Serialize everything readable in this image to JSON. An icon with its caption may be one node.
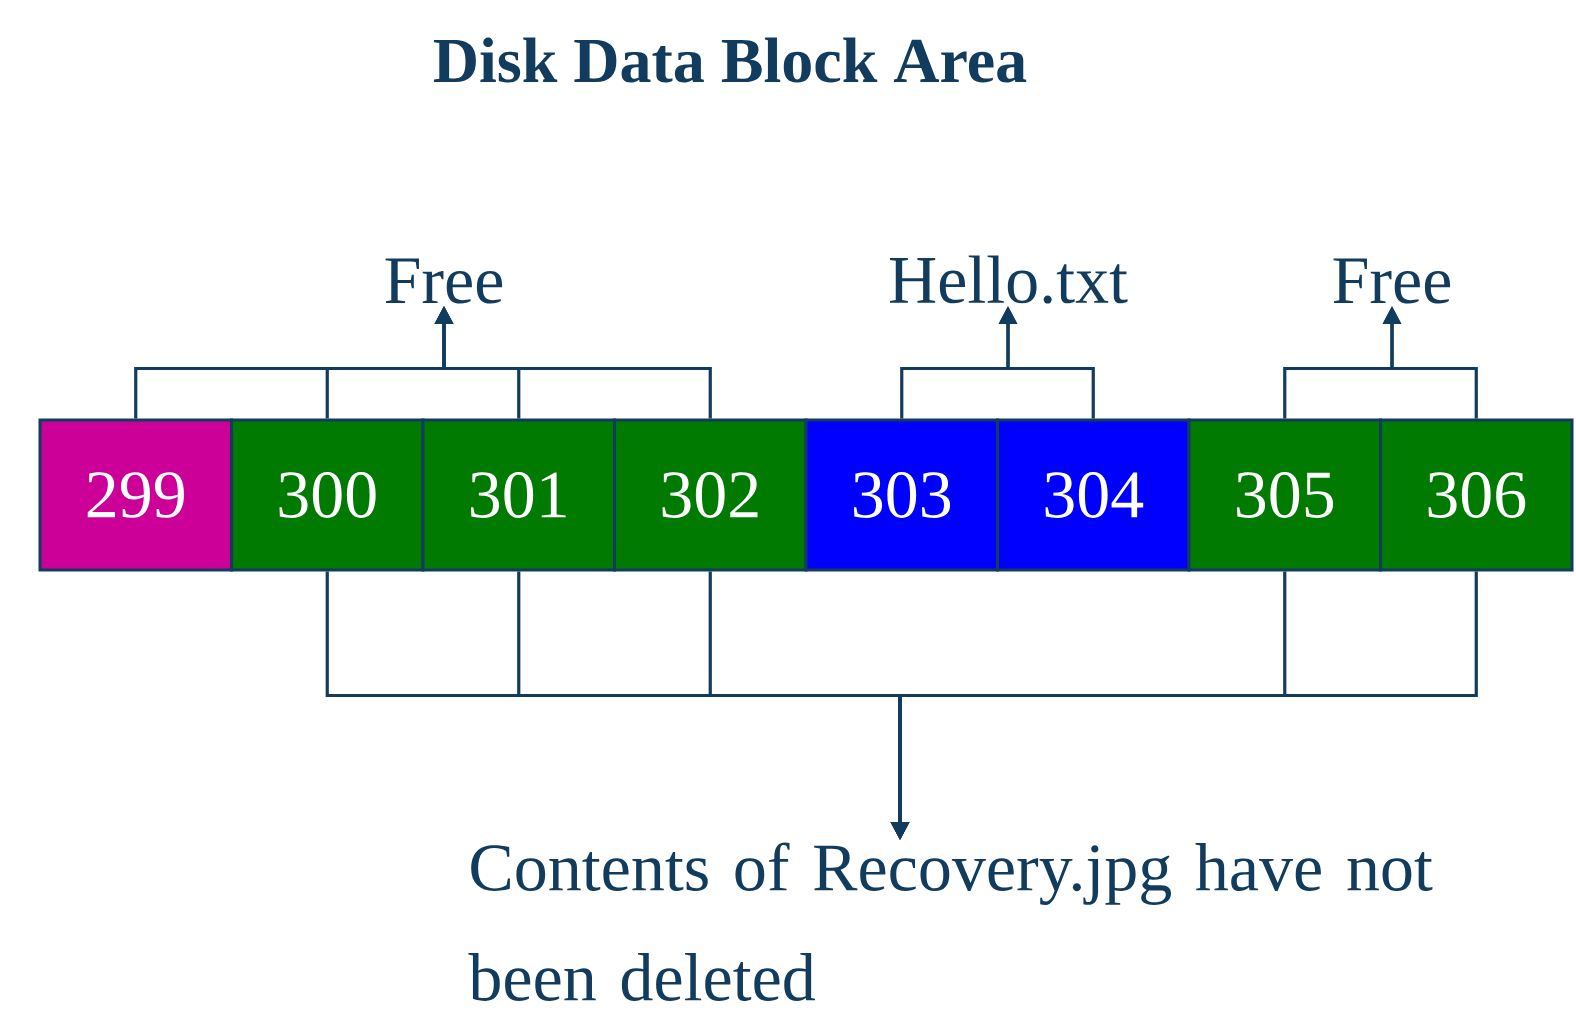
{
  "diagram": {
    "title": "Disk Data Block Area",
    "nodes": [
      {
        "text": [
          "299"
        ]
      },
      {
        "text": [
          "300"
        ]
      },
      {
        "text": [
          "301"
        ]
      },
      {
        "text": [
          "302"
        ]
      },
      {
        "text": [
          "303"
        ]
      },
      {
        "text": [
          "304"
        ]
      },
      {
        "text": [
          "305"
        ]
      },
      {
        "text": [
          "306"
        ]
      },
      {
        "text": [
          "Free"
        ]
      },
      {
        "text": [
          "Hello.txt"
        ]
      },
      {
        "text": [
          "Free"
        ]
      },
      {
        "text": [
          "Contents of Recovery.jpg have not been deleted"
        ]
      }
    ],
    "edges": [
      {
        "from": 0,
        "to": 8,
        "arrow": "to"
      },
      {
        "from": 1,
        "to": 8,
        "arrow": "to"
      },
      {
        "from": 2,
        "to": 8,
        "arrow": "to"
      },
      {
        "from": 3,
        "to": 8,
        "arrow": "to"
      },
      {
        "from": 4,
        "to": 9,
        "arrow": "to"
      },
      {
        "from": 5,
        "to": 9,
        "arrow": "to"
      },
      {
        "from": 6,
        "to": 10,
        "arrow": "to"
      },
      {
        "from": 7,
        "to": 10,
        "arrow": "to"
      },
      {
        "from": 1,
        "to": 11,
        "arrow": "to"
      },
      {
        "from": 2,
        "to": 11,
        "arrow": "to"
      },
      {
        "from": 3,
        "to": 11,
        "arrow": "to"
      },
      {
        "from": 6,
        "to": 11,
        "arrow": "to"
      },
      {
        "from": 7,
        "to": 11,
        "arrow": "to"
      }
    ]
  }
}
